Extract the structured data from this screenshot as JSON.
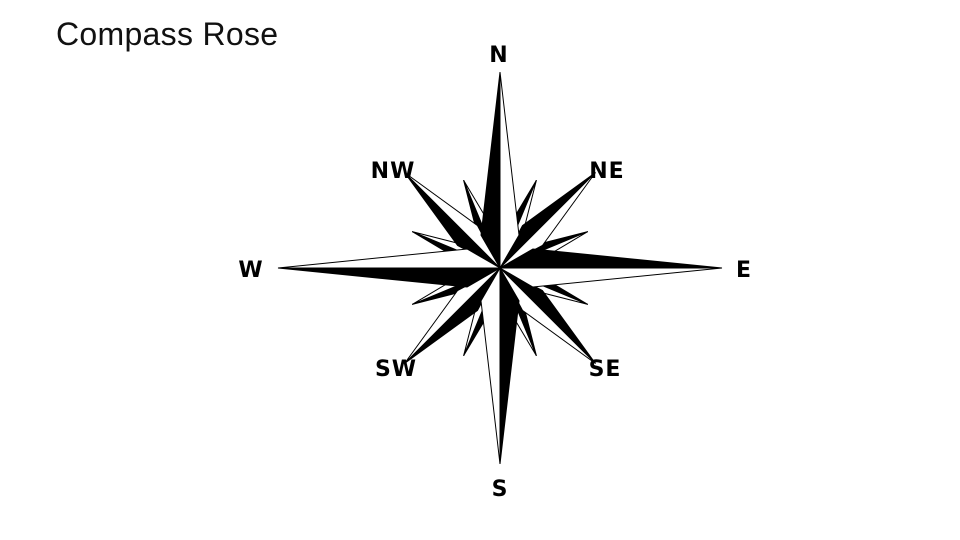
{
  "title": "Compass Rose",
  "compass": {
    "ink_color": "#000000",
    "paper_color": "#ffffff",
    "labels": {
      "n": "N",
      "ne": "NE",
      "e": "E",
      "se": "SE",
      "s": "S",
      "sw": "SW",
      "w": "W",
      "nw": "NW"
    }
  }
}
